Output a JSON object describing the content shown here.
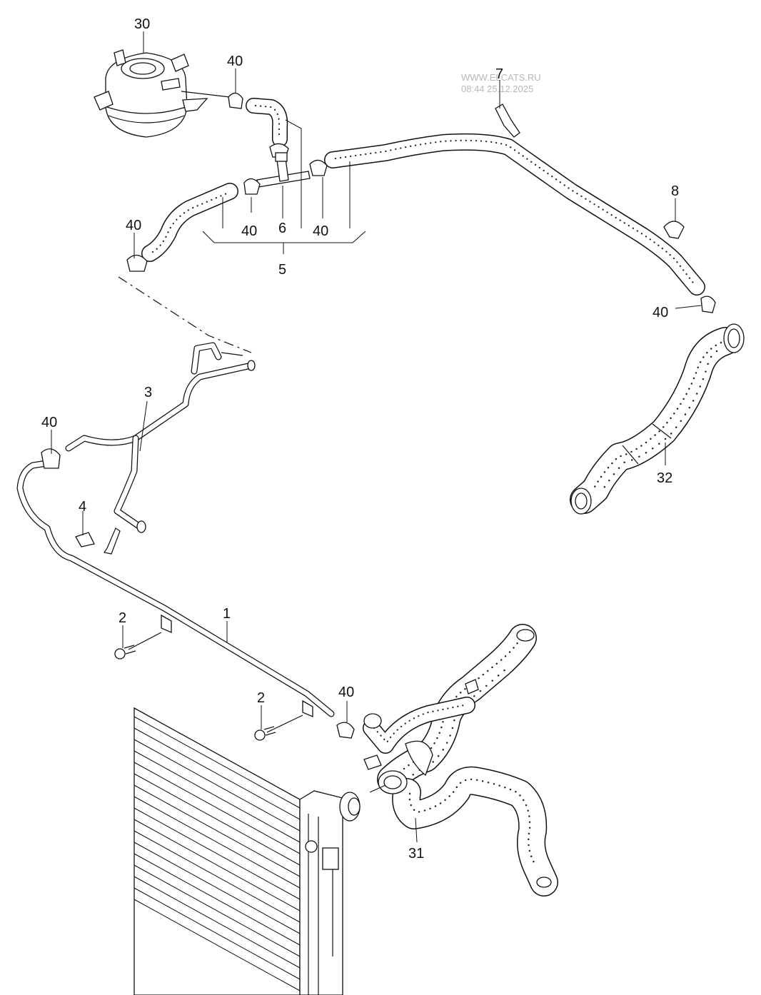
{
  "watermark": {
    "site": "WWW.ELCATS.RU",
    "timestamp": "08:44 25.12.2025"
  },
  "callouts": {
    "c30": "30",
    "c40_tank": "40",
    "c7": "7",
    "c8": "8",
    "c40_left_top": "40",
    "c40_mid_a": "40",
    "c6": "6",
    "c40_mid_b": "40",
    "c5": "5",
    "c40_right": "40",
    "c3": "3",
    "c40_left_mid": "40",
    "c4": "4",
    "c32": "32",
    "c1": "1",
    "c2_a": "2",
    "c2_b": "2",
    "c40_bottom": "40",
    "c31": "31"
  }
}
